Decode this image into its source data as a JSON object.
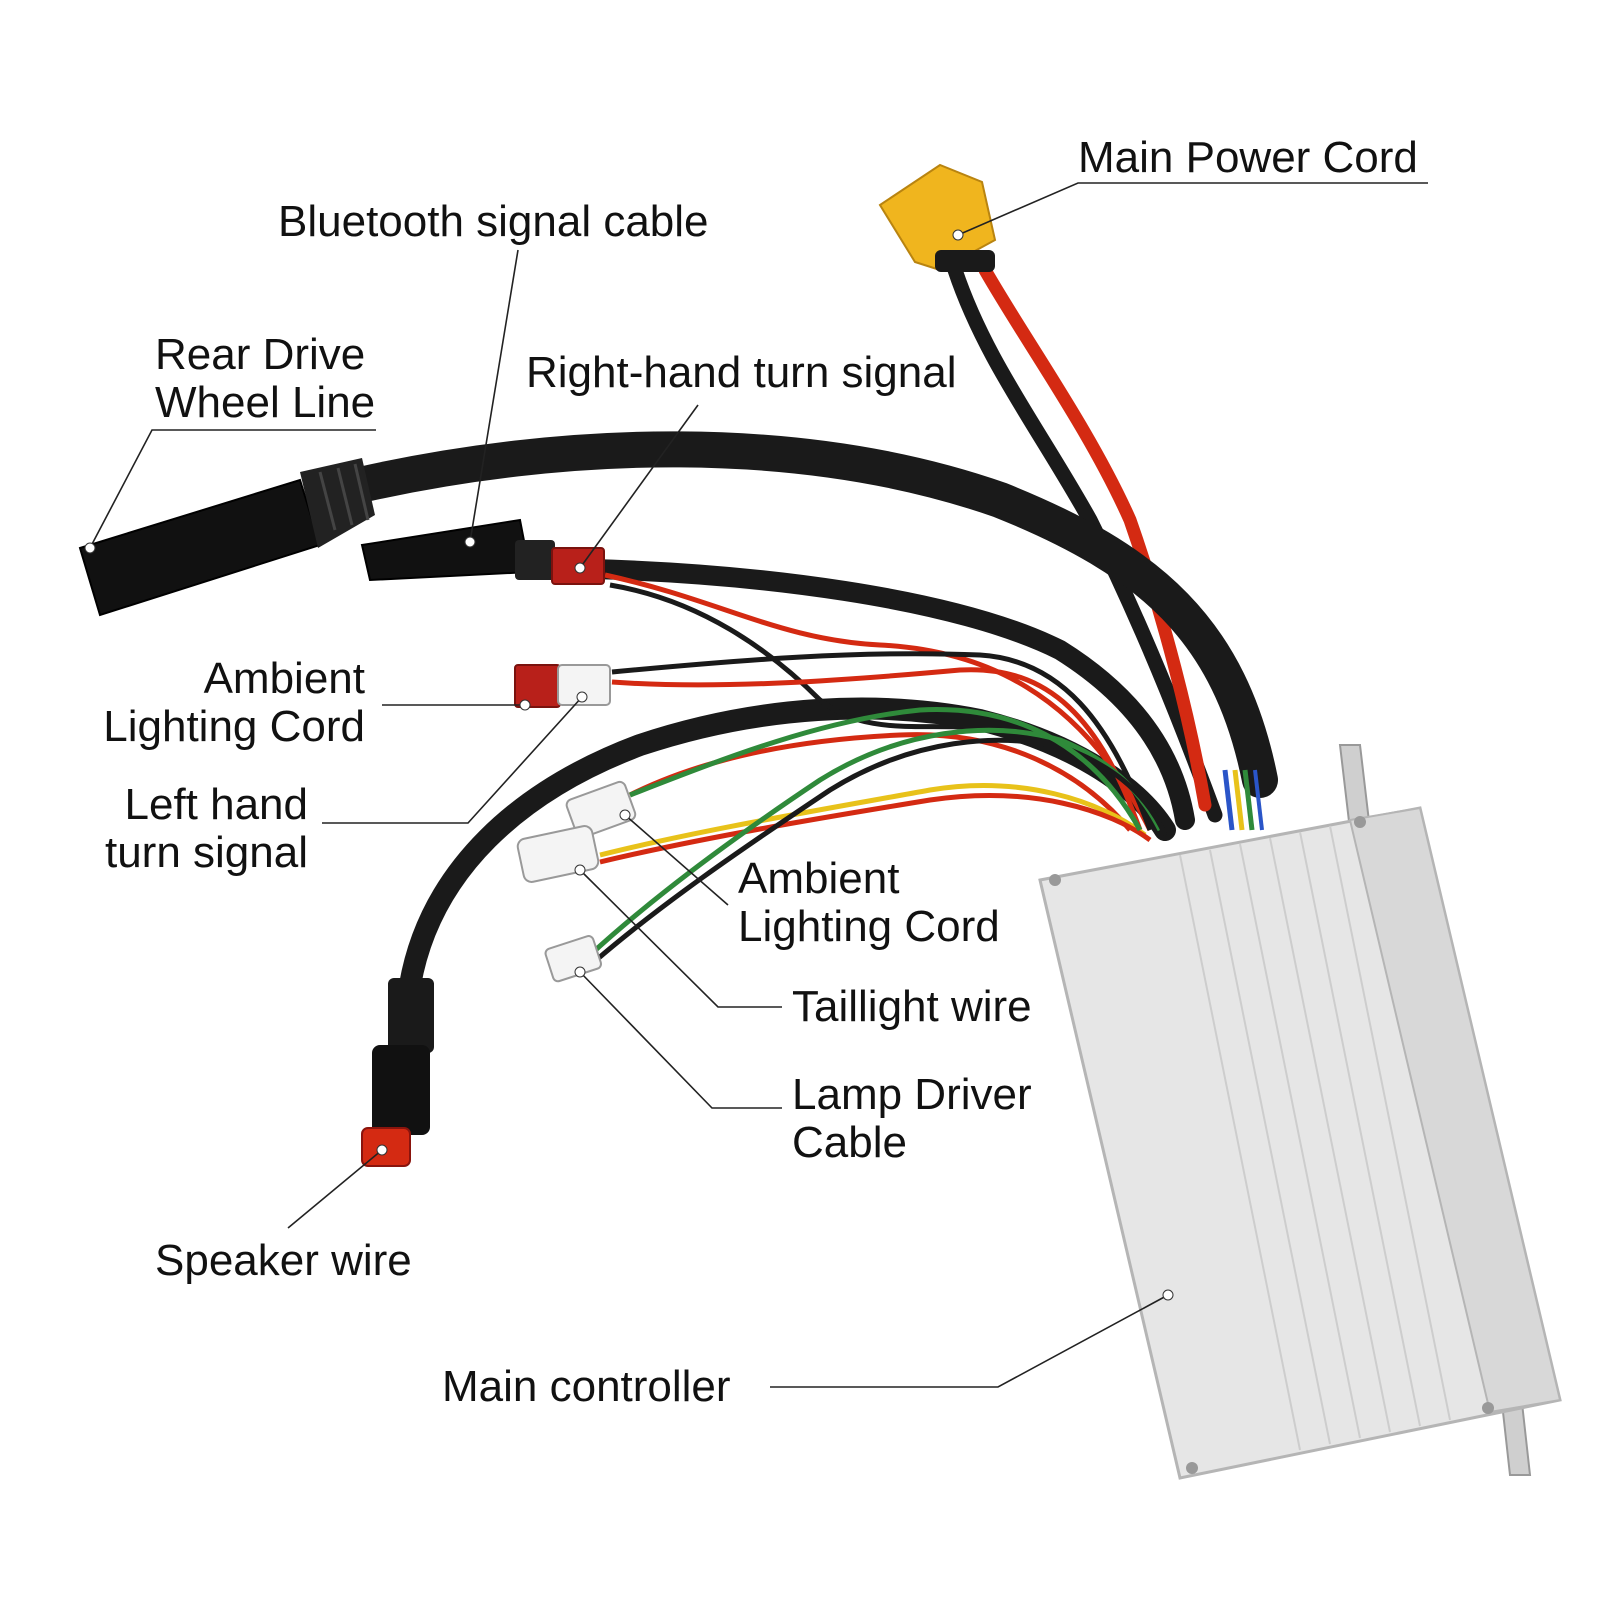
{
  "colors": {
    "cable_black": "#1a1a1a",
    "wire_red": "#d42a12",
    "wire_green": "#2f8a3a",
    "wire_yellow": "#e8c21a",
    "wire_blue": "#2a55c8",
    "xt_yellow": "#f0b51e",
    "red_connector": "#b8201a",
    "controller_body": "#e6e6e6",
    "controller_edge": "#b5b5b5",
    "connector_white": "#f4f4f4"
  },
  "labels": {
    "main_power_cord": "Main Power Cord",
    "bluetooth_signal_cable": "Bluetooth signal cable",
    "rear_drive_wheel_line_1": "Rear Drive",
    "rear_drive_wheel_line_2": "Wheel Line",
    "right_hand_turn_signal": "Right-hand turn signal",
    "ambient_lighting_cord_left_1": "Ambient",
    "ambient_lighting_cord_left_2": "Lighting Cord",
    "left_hand_turn_signal_1": "Left hand",
    "left_hand_turn_signal_2": "turn signal",
    "ambient_lighting_cord_right_1": "Ambient",
    "ambient_lighting_cord_right_2": "Lighting Cord",
    "taillight_wire": "Taillight wire",
    "lamp_driver_cable_1": "Lamp Driver",
    "lamp_driver_cable_2": "Cable",
    "speaker_wire": "Speaker wire",
    "main_controller": "Main controller"
  }
}
